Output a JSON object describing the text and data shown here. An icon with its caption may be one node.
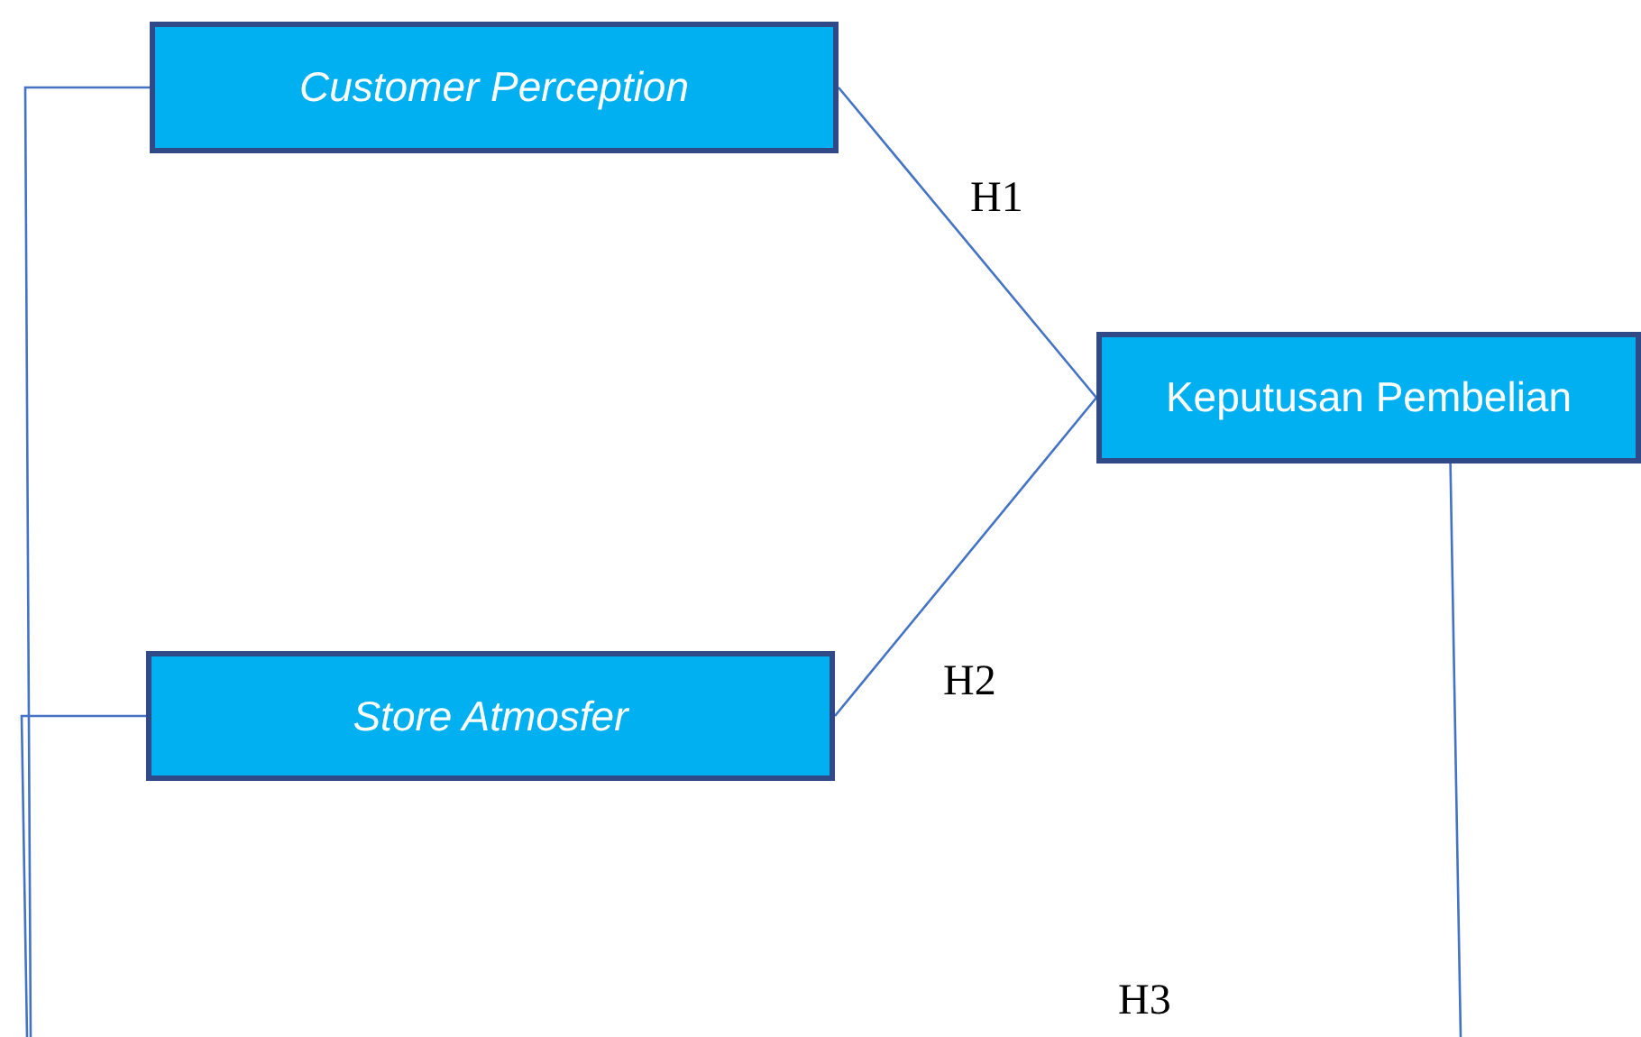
{
  "diagram": {
    "nodes": [
      {
        "text": [
          "Customer Perception"
        ]
      },
      {
        "text": [
          "Store Atmosfer"
        ]
      },
      {
        "text": [
          "Keputusan Pembelian"
        ]
      }
    ],
    "edges": [
      {
        "from": 0,
        "to": 2,
        "arrow": "none",
        "label": "H1"
      },
      {
        "from": 1,
        "to": 2,
        "arrow": "none",
        "label": "H2"
      },
      {
        "from": 0,
        "to": null,
        "arrow": "none"
      },
      {
        "from": 1,
        "to": null,
        "arrow": "none"
      },
      {
        "from": 2,
        "to": null,
        "arrow": "none"
      }
    ],
    "labels": [
      "H3"
    ]
  }
}
